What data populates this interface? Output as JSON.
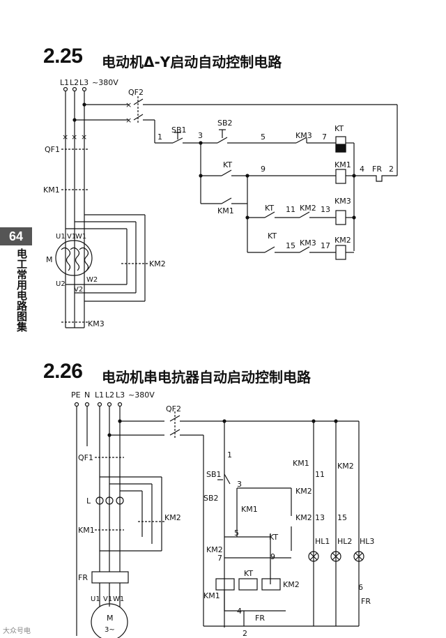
{
  "page": {
    "side_tab": "64",
    "side_text": "电工常用电路图集",
    "watermark": "大众号电"
  },
  "section_225": {
    "number": "2.25",
    "title": "电动机Δ-Y启动自动控制电路",
    "labels": {
      "L1": "L1",
      "L2": "L2",
      "L3": "L3",
      "voltage": "~380V",
      "QF2": "QF2",
      "QF1": "QF1",
      "KM1": "KM1",
      "M": "M",
      "U1": "U1",
      "V1": "V1",
      "W1": "W1",
      "U2": "U2",
      "V2": "V2",
      "W2": "W2",
      "KM2": "KM2",
      "KM3": "KM3",
      "SB1": "SB1",
      "SB2": "SB2",
      "KT": "KT",
      "FR": "FR",
      "n1": "1",
      "n2": "2",
      "n3": "3",
      "n4": "4",
      "n5": "5",
      "n7": "7",
      "n9": "9",
      "n11": "11",
      "n13": "13",
      "n15": "15",
      "n17": "17"
    }
  },
  "section_226": {
    "number": "2.26",
    "title": "电动机串电抗器自动启动控制电路",
    "labels": {
      "PE": "PE",
      "N": "N",
      "L1": "L1",
      "L2": "L2",
      "L3": "L3",
      "voltage": "~380V",
      "QF2": "QF2",
      "QF1": "QF1",
      "L": "L",
      "KM1": "KM1",
      "KM2": "KM2",
      "FR": "FR",
      "M": "M",
      "phase": "3~",
      "U1": "U1",
      "V1": "V1",
      "W1": "W1",
      "SB1": "SB1",
      "SB2": "SB2",
      "KT": "KT",
      "HL1": "HL1",
      "HL2": "HL2",
      "HL3": "HL3",
      "n1": "1",
      "n2": "2",
      "n3": "3",
      "n4": "4",
      "n5": "5",
      "n6": "6",
      "n7": "7",
      "n9": "9",
      "n11": "11",
      "n13": "13",
      "n15": "15"
    }
  }
}
